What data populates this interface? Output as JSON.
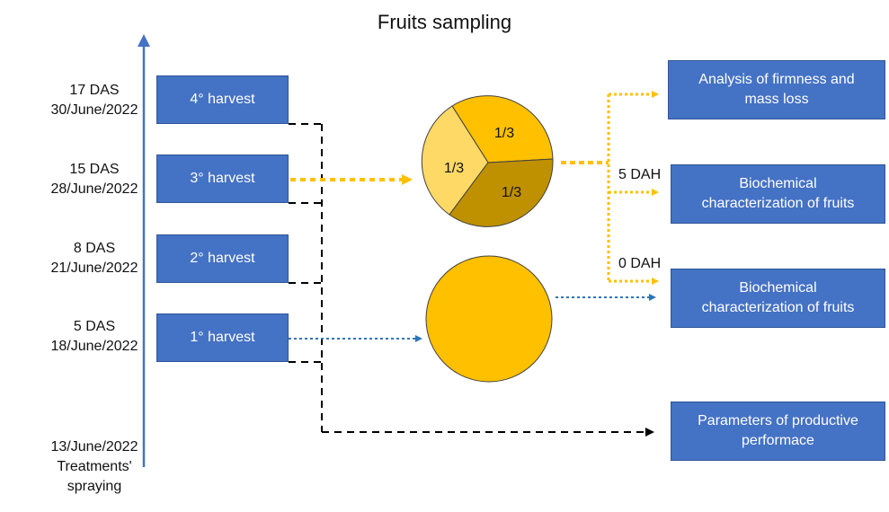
{
  "title": "Fruits sampling",
  "timeline": [
    {
      "line1": "17 DAS",
      "line2": "30/June/2022"
    },
    {
      "line1": "15 DAS",
      "line2": "28/June/2022"
    },
    {
      "line1": "8 DAS",
      "line2": "21/June/2022"
    },
    {
      "line1": "5 DAS",
      "line2": "18/June/2022"
    },
    {
      "line1": "13/June/2022",
      "line2": "Treatments'",
      "line3": "spraying"
    }
  ],
  "harvests": [
    "4° harvest",
    "3° harvest",
    "2° harvest",
    "1° harvest"
  ],
  "pie_labels": [
    "1/3",
    "1/3",
    "1/3"
  ],
  "outputs": [
    {
      "line1": "Analysis of firmness and",
      "line2": "mass loss"
    },
    {
      "line1": "Biochemical",
      "line2": "characterization of fruits"
    },
    {
      "line1": "Biochemical",
      "line2": "characterization of fruits"
    },
    {
      "line1": "Parameters of productive",
      "line2": "performace"
    }
  ],
  "dah": [
    "5 DAH",
    "0 DAH"
  ],
  "colors": {
    "box": "#4472c4",
    "timeline": "#4472c4",
    "pie_main": "#ffc000",
    "pie_light": "#ffd966",
    "pie_dark": "#bf9000",
    "arrow_yellow": "#ffc000",
    "arrow_blue": "#2e75b6",
    "arrow_black": "#000000"
  }
}
